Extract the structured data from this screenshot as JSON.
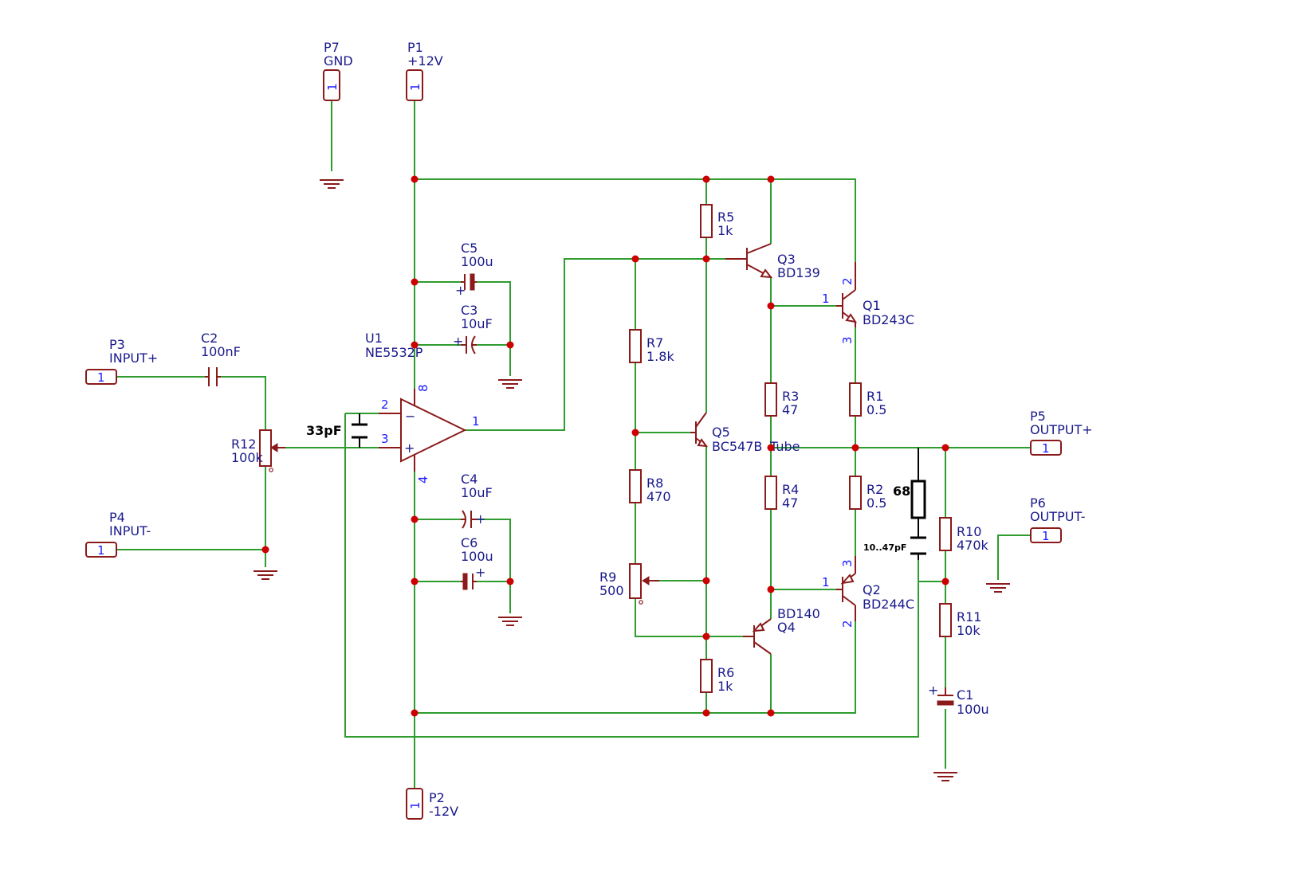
{
  "connectors": {
    "p7": {
      "ref": "P7",
      "name": "GND",
      "pin": "1"
    },
    "p1": {
      "ref": "P1",
      "name": "+12V",
      "pin": "1"
    },
    "p2": {
      "ref": "P2",
      "name": "-12V",
      "pin": "1"
    },
    "p3": {
      "ref": "P3",
      "name": "INPUT+",
      "pin": "1"
    },
    "p4": {
      "ref": "P4",
      "name": "INPUT-",
      "pin": "1"
    },
    "p5": {
      "ref": "P5",
      "name": "OUTPUT+",
      "pin": "1"
    },
    "p6": {
      "ref": "P6",
      "name": "OUTPUT-",
      "pin": "1"
    }
  },
  "opamp": {
    "ref": "U1",
    "value": "NE5532P",
    "pin_inv": "2",
    "pin_noninv": "3",
    "pin_out": "1",
    "pin_vp": "8",
    "pin_vn": "4",
    "minus": "−",
    "plus": "+"
  },
  "capacitors": {
    "c1": {
      "ref": "C1",
      "value": "100u"
    },
    "c2": {
      "ref": "C2",
      "value": "100nF"
    },
    "c3": {
      "ref": "C3",
      "value": "10uF"
    },
    "c4": {
      "ref": "C4",
      "value": "10uF"
    },
    "c5": {
      "ref": "C5",
      "value": "100u"
    },
    "c6": {
      "ref": "C6",
      "value": "100u"
    },
    "c_fb": {
      "value": "33pF"
    },
    "c_zobel": {
      "value": "10..47pF"
    },
    "polarity": "+"
  },
  "resistors": {
    "r1": {
      "ref": "R1",
      "value": "0.5"
    },
    "r2": {
      "ref": "R2",
      "value": "0.5"
    },
    "r3": {
      "ref": "R3",
      "value": "47"
    },
    "r4": {
      "ref": "R4",
      "value": "47"
    },
    "r5": {
      "ref": "R5",
      "value": "1k"
    },
    "r6": {
      "ref": "R6",
      "value": "1k"
    },
    "r7": {
      "ref": "R7",
      "value": "1.8k"
    },
    "r8": {
      "ref": "R8",
      "value": "470"
    },
    "r10": {
      "ref": "R10",
      "value": "470k"
    },
    "r11": {
      "ref": "R11",
      "value": "10k"
    },
    "r_zobel": {
      "value": "68"
    }
  },
  "potentiometers": {
    "r9": {
      "ref": "R9",
      "value": "500"
    },
    "r12": {
      "ref": "R12",
      "value": "100k"
    }
  },
  "transistors": {
    "q1": {
      "ref": "Q1",
      "value": "BD243C",
      "pin_b": "1",
      "pin_c": "2",
      "pin_e": "3"
    },
    "q2": {
      "ref": "Q2",
      "value": "BD244C",
      "pin_b": "1",
      "pin_c": "2",
      "pin_e": "3"
    },
    "q3": {
      "ref": "Q3",
      "value": "BD139"
    },
    "q4": {
      "ref": "Q4",
      "value": "BD140"
    },
    "q5": {
      "ref": "Q5",
      "value": "BC547B"
    },
    "q5_note": "Tube"
  },
  "colors": {
    "wire": "#2e9c2e",
    "symbol": "#8b1a1a",
    "label": "#1a1a8c",
    "pin_number": "#1a1aff",
    "junction": "#cc0000",
    "added_parts": "#000000"
  }
}
